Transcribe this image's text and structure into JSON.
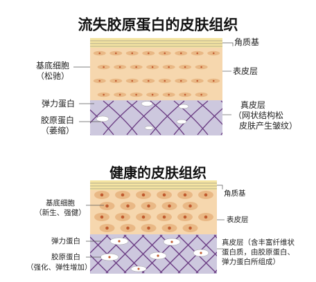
{
  "top": {
    "title": "流失胶原蛋白的皮肤组织",
    "labels": {
      "horny_layer": "角质基",
      "basal_cells_1": "基底细胞",
      "basal_cells_2": "（松驰）",
      "elastin": "弹力蛋白",
      "collagen_1": "胶原蛋白",
      "collagen_2": "（萎缩）",
      "epidermis": "表皮层",
      "dermis_1": "真皮层",
      "dermis_2": "（网状结构松",
      "dermis_3": "皮肤产生皱纹）"
    }
  },
  "bottom": {
    "title": "健康的皮肤组织",
    "labels": {
      "horny_layer": "角质基",
      "basal_cells_1": "基底细胞",
      "basal_cells_2": "（新生、强健）",
      "epidermis": "表皮层",
      "elastin": "弹力蛋白",
      "collagen_1": "胶原蛋白",
      "collagen_2": "（强化、弹性增加）",
      "dermis_1": "真皮层（含丰富纤维状",
      "dermis_2": "蛋白质，由胶原蛋白、",
      "dermis_3": "弹力蛋白所组成）"
    }
  },
  "colors": {
    "horny": "#f4e4a2",
    "epidermis": "#f6d7ae",
    "dermis": "#cdc8de",
    "cell": "#e9b885",
    "nucleus": "#c05a2e",
    "fiber": "#6b3d83",
    "line": "#555555"
  }
}
